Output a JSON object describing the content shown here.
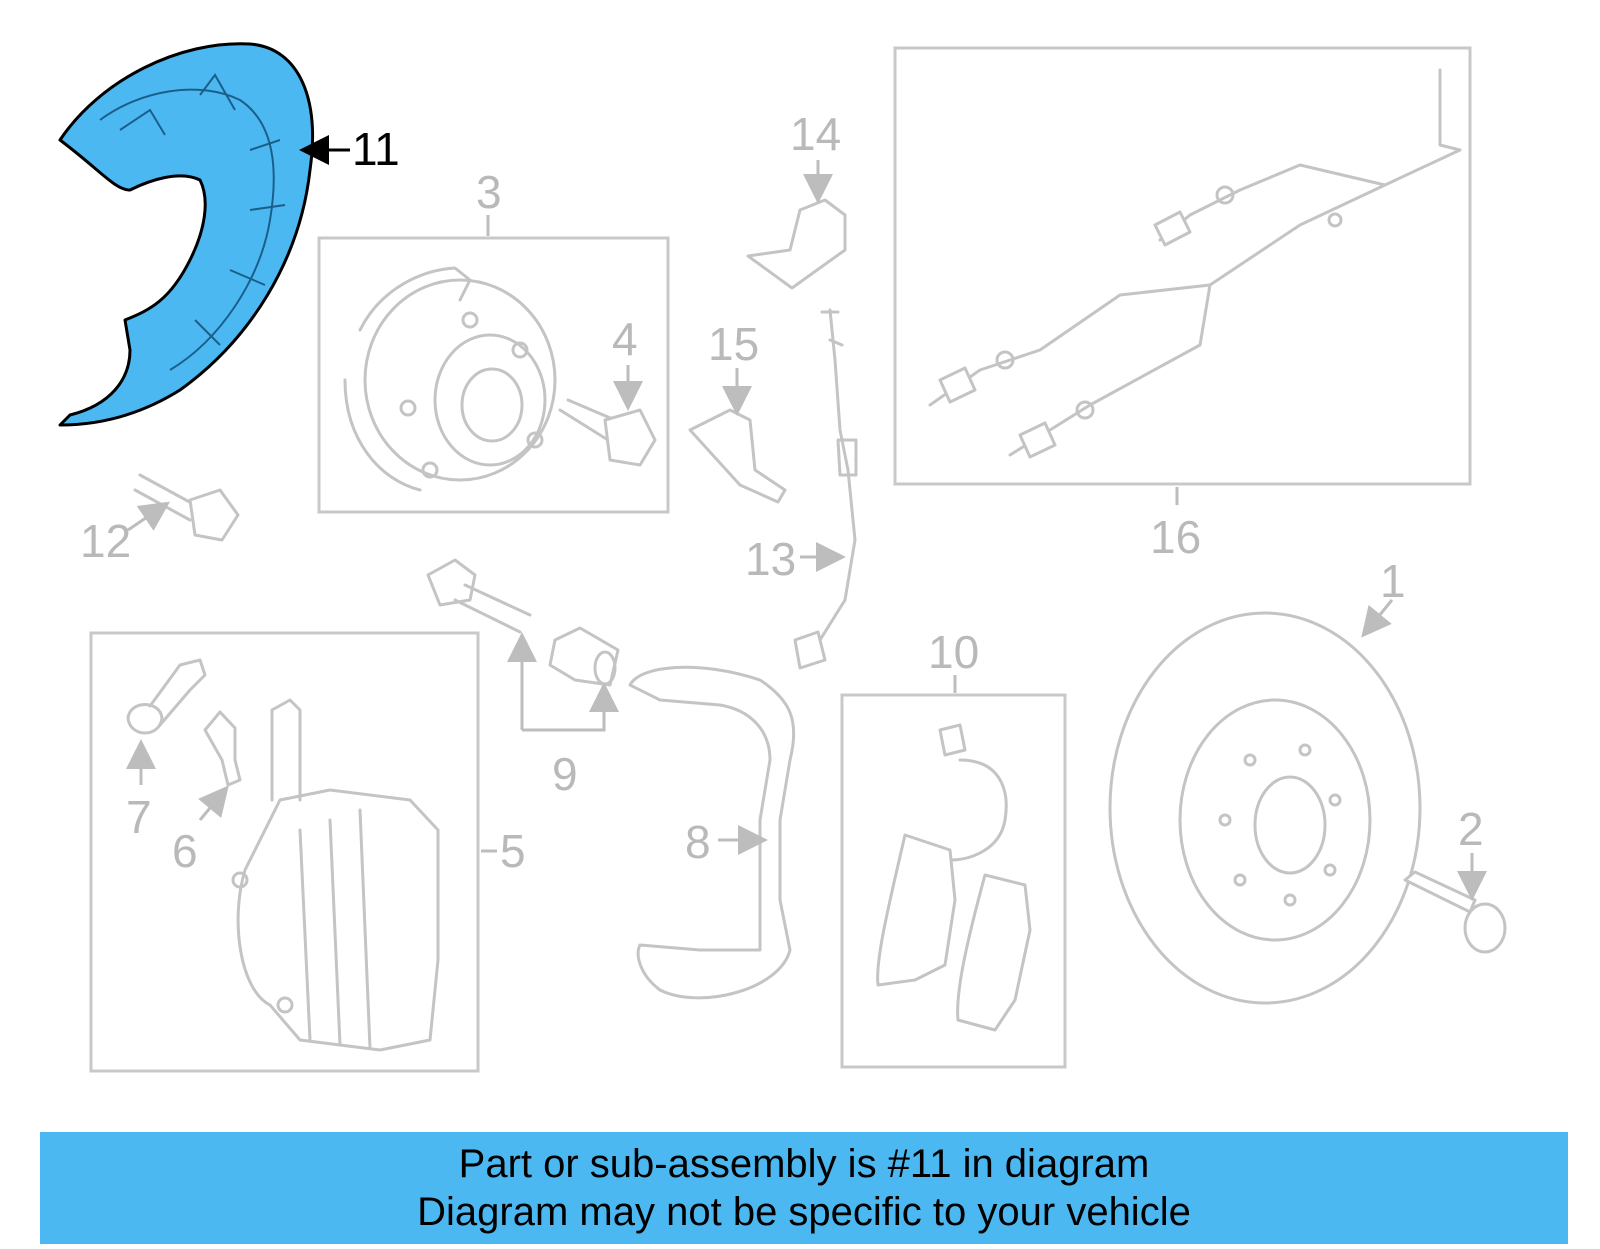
{
  "highlight_color": "#4cb8f2",
  "highlighted_part": "11",
  "callouts": {
    "c1": "1",
    "c2": "2",
    "c3": "3",
    "c4": "4",
    "c5": "5",
    "c6": "6",
    "c7": "7",
    "c8": "8",
    "c9": "9",
    "c10": "10",
    "c11": "11",
    "c12": "12",
    "c13": "13",
    "c14": "14",
    "c15": "15",
    "c16": "16"
  },
  "banner": {
    "line1": "Part or sub-assembly is #11 in diagram",
    "line2": "Diagram may not be specific to your vehicle"
  }
}
